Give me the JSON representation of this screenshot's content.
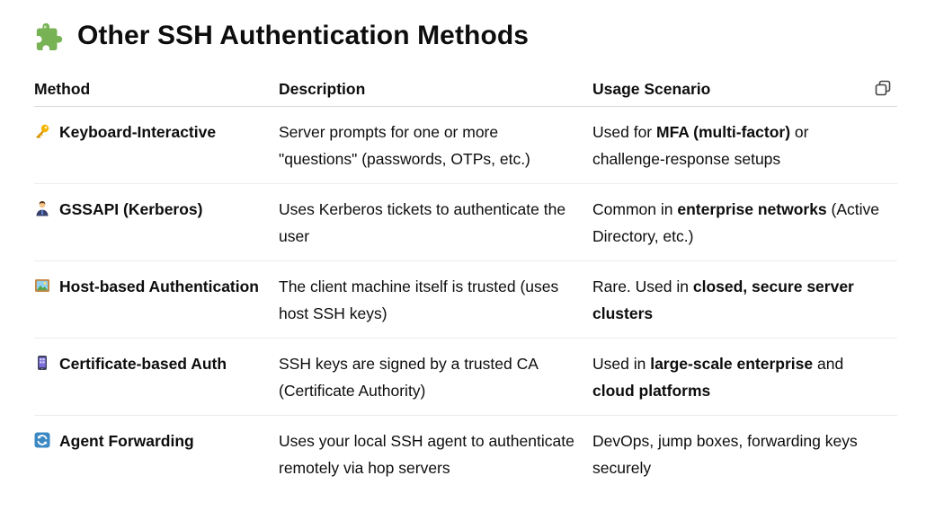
{
  "heading": {
    "title": "Other SSH Authentication Methods",
    "icon": "puzzle-piece-icon"
  },
  "table": {
    "columns": [
      "Method",
      "Description",
      "Usage Scenario"
    ],
    "rows": [
      {
        "icon": "key-icon",
        "method": "Keyboard-Interactive",
        "description": "Server prompts for one or more \"questions\" (passwords, OTPs, etc.)",
        "usage": [
          {
            "text": "Used for ",
            "bold": false
          },
          {
            "text": "MFA (multi-factor)",
            "bold": true
          },
          {
            "text": " or challenge-response setups",
            "bold": false
          }
        ]
      },
      {
        "icon": "person-in-suit-icon",
        "method": "GSSAPI (Kerberos)",
        "description": "Uses Kerberos tickets to authenticate the user",
        "usage": [
          {
            "text": "Common in ",
            "bold": false
          },
          {
            "text": "enterprise networks",
            "bold": true
          },
          {
            "text": " (Active Directory, etc.)",
            "bold": false
          }
        ]
      },
      {
        "icon": "framed-picture-icon",
        "method": "Host-based Authentication",
        "description": "The client machine itself is trusted (uses host SSH keys)",
        "usage": [
          {
            "text": "Rare. Used in ",
            "bold": false
          },
          {
            "text": "closed, secure server clusters",
            "bold": true
          }
        ]
      },
      {
        "icon": "mobile-phone-icon",
        "method": "Certificate-based Auth",
        "description": "SSH keys are signed by a trusted CA (Certificate Authority)",
        "usage": [
          {
            "text": "Used in ",
            "bold": false
          },
          {
            "text": "large-scale enterprise",
            "bold": true
          },
          {
            "text": " and ",
            "bold": false
          },
          {
            "text": "cloud platforms",
            "bold": true
          }
        ]
      },
      {
        "icon": "arrows-cycle-icon",
        "method": "Agent Forwarding",
        "description": "Uses your local SSH agent to authenticate remotely via hop servers",
        "usage": [
          {
            "text": "DevOps, jump boxes, forwarding keys securely",
            "bold": false
          }
        ]
      }
    ]
  },
  "colors": {
    "text": "#0d0d0d",
    "header_rule": "#d9d9d9",
    "row_rule": "#ececec",
    "puzzle_green": "#77b255",
    "key_gold": "#f4b400",
    "cycle_blue": "#3b88c3"
  }
}
